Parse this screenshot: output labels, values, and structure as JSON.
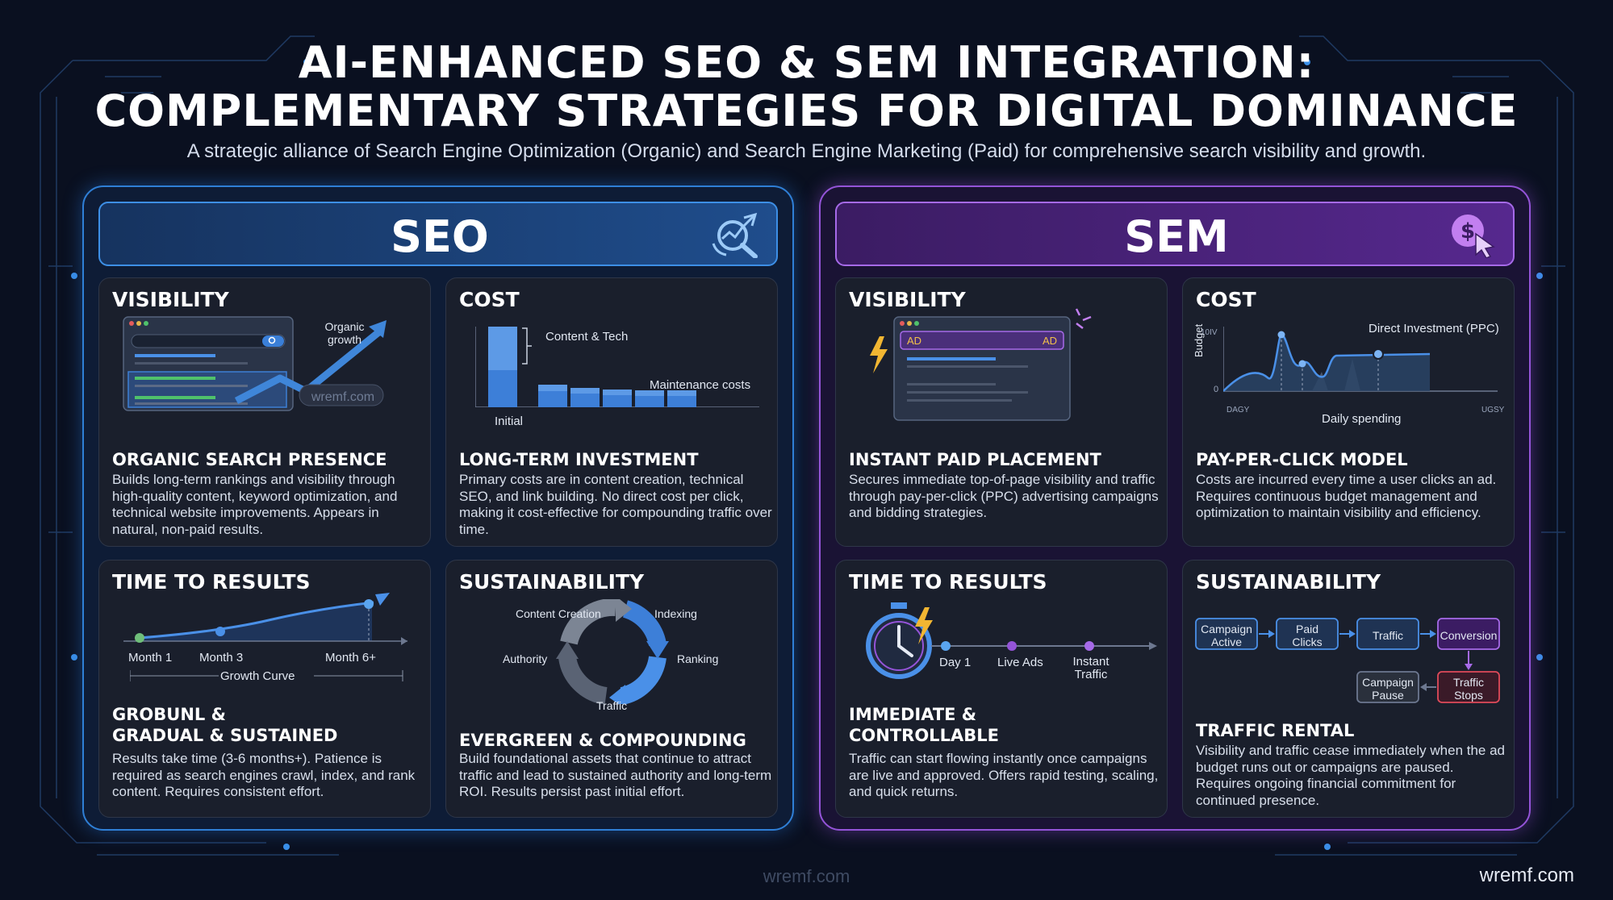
{
  "header": {
    "title_line1": "AI-ENHANCED SEO & SEM INTEGRATION:",
    "title_line2": "COMPLEMENTARY STRATEGIES FOR DIGITAL DOMINANCE",
    "subtitle": "A strategic alliance of Search Engine Optimization (Organic) and Search Engine Marketing (Paid) for comprehensive search visibility and growth."
  },
  "seo": {
    "title": "SEO",
    "icon": "analytics-magnifier-icon",
    "visibility": {
      "heading": "VISIBILITY",
      "annotation_line1": "Organic",
      "annotation_line2": "growth",
      "watermark": "wremf.com",
      "subheading": "ORGANIC SEARCH PRESENCE",
      "body": "Builds long-term rankings and visibility through high-quality content, keyword optimization, and technical website improvements. Appears in natural, non-paid results."
    },
    "cost": {
      "heading": "COST",
      "label_content": "Content & Tech",
      "label_maintenance": "Maintenance costs",
      "label_initial": "Initial",
      "subheading": "LONG-TERM INVESTMENT",
      "body": "Primary costs are in content creation, technical SEO, and link building. No direct cost per click, making it cost-effective for compounding traffic over time."
    },
    "time": {
      "heading": "TIME TO RESULTS",
      "label_month1": "Month 1",
      "label_month3": "Month 3",
      "label_month6": "Month 6+",
      "label_curve": "Growth Curve",
      "subheading_line1": "GROBUNL &",
      "subheading_line2": "GRADUAL & SUSTAINED",
      "body": "Results take time (3-6 months+). Patience is required as search engines crawl, index, and rank content. Requires consistent effort."
    },
    "sustain": {
      "heading": "SUSTAINABILITY",
      "cycle_content": "Content Creation",
      "cycle_indexing": "Indexing",
      "cycle_ranking": "Ranking",
      "cycle_traffic": "Traffic",
      "cycle_authority": "Authority",
      "subheading": "EVERGREEN & COMPOUNDING",
      "body": "Build foundational assets that continue to attract traffic and lead to sustained authority and long-term ROI. Results persist past initial effort."
    }
  },
  "sem": {
    "title": "SEM",
    "icon": "dollar-cursor-icon",
    "visibility": {
      "heading": "VISIBILITY",
      "ad_left": "AD",
      "ad_right": "AD",
      "subheading": "INSTANT PAID PLACEMENT",
      "body": "Secures immediate top-of-page visibility and traffic through pay-per-click (PPC) advertising campaigns and bidding strategies."
    },
    "cost": {
      "heading": "COST",
      "ylabel": "Budget",
      "y_top": "10IV",
      "y_zero": "0",
      "x_left": "DAGY",
      "x_right": "UGSY",
      "xlabel": "Daily spending",
      "annotation": "Direct Investment (PPC)",
      "subheading": "PAY-PER-CLICK MODEL",
      "body": "Costs are incurred every time a user clicks an ad. Requires continuous budget management and optimization to maintain visibility and efficiency."
    },
    "time": {
      "heading": "TIME TO RESULTS",
      "label_day1": "Day 1",
      "label_live": "Live Ads",
      "label_instant1": "Instant",
      "label_instant2": "Traffic",
      "subheading_line1": "IMMEDIATE &",
      "subheading_line2": "CONTROLLABLE",
      "body": "Traffic can start flowing instantly once campaigns are live and approved. Offers rapid testing, scaling, and quick returns."
    },
    "sustain": {
      "heading": "SUSTAINABILITY",
      "flow_campaign1": "Campaign",
      "flow_campaign2": "Active",
      "flow_paid1": "Paid",
      "flow_paid2": "Clicks",
      "flow_traffic": "Traffic",
      "flow_conversion": "Conversion",
      "flow_stops1": "Traffic",
      "flow_stops2": "Stops",
      "flow_pause1": "Campaign",
      "flow_pause2": "Pause",
      "subheading": "TRAFFIC RENTAL",
      "body": "Visibility and traffic cease immediately when the ad budget runs out or campaigns are paused. Requires ongoing financial commitment for continued presence."
    }
  },
  "footer": {
    "watermark_center": "wremf.com",
    "watermark_right": "wremf.com"
  },
  "colors": {
    "seo_accent": "#2f7fd6",
    "sem_accent": "#9454d8",
    "background": "#0a1020"
  }
}
